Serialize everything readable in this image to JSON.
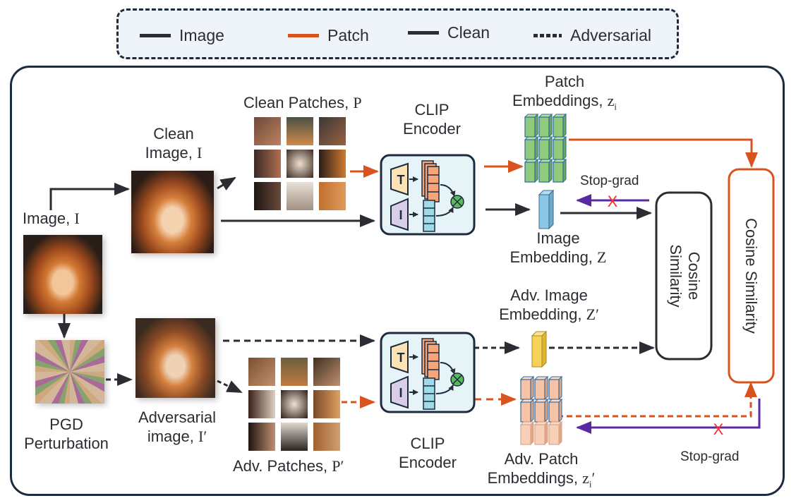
{
  "legend": {
    "items": [
      {
        "label": "Image",
        "style": "solid",
        "color": "#2b2d33"
      },
      {
        "label": "Patch",
        "style": "solid",
        "color": "#d9531e"
      },
      {
        "label": "Clean",
        "style": "solid",
        "color": "#2b2d33"
      },
      {
        "label": "Adversarial",
        "style": "dotted",
        "color": "#2b2d33"
      }
    ]
  },
  "labels": {
    "image": "Image, ",
    "image_sym": "I",
    "clean_image_l1": "Clean",
    "clean_image_l2": "Image, ",
    "clean_image_sym": "I",
    "clean_patches": "Clean Patches, ",
    "clean_patches_sym": "P",
    "clip_top_l1": "CLIP",
    "clip_top_l2": "Encoder",
    "patch_emb_l1": "Patch",
    "patch_emb_l2": "Embeddings, ",
    "patch_emb_sym": "z",
    "patch_emb_sub": "i",
    "stop_grad_top": "Stop-grad",
    "image_emb_l1": "Image",
    "image_emb_l2": "Embedding, ",
    "image_emb_sym": "Z",
    "cos_sim_inner_l1": "Cosine",
    "cos_sim_inner_l2": "Similarity",
    "cos_sim_outer": "Cosine Similarity",
    "adv_image_emb_l1": "Adv. Image",
    "adv_image_emb_l2": "Embedding, ",
    "adv_image_emb_sym": "Z′",
    "pgd_l1": "PGD",
    "pgd_l2": "Perturbation",
    "adv_image_l1": "Adversarial",
    "adv_image_l2": "image, ",
    "adv_image_sym": "I′",
    "adv_patches": "Adv. Patches, ",
    "adv_patches_sym": "P′",
    "clip_bottom_l1": "CLIP",
    "clip_bottom_l2": "Encoder",
    "adv_patch_emb_l1": "Adv. Patch",
    "adv_patch_emb_l2": "Embeddings, ",
    "adv_patch_emb_sym": "z",
    "adv_patch_emb_sub": "i",
    "adv_patch_emb_prime": "′",
    "stop_grad_bottom": "Stop-grad",
    "encoder_text_glyph": "T",
    "encoder_image_glyph": "I",
    "stop_mark": "X"
  },
  "colors": {
    "dark": "#2b2d33",
    "orange": "#d9531e",
    "purple": "#5b2aa0",
    "red_x": "#ff2a2a",
    "green_emb": "#8fcb7a",
    "blue_emb": "#8cc6e6",
    "yellow_emb": "#f6d257",
    "peach_emb": "#f6c3a6",
    "encoder_bg": "#e6f4f8"
  }
}
